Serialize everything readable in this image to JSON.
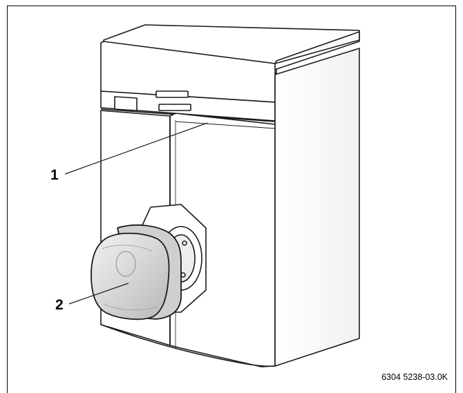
{
  "figure": {
    "callouts": [
      {
        "label": "1",
        "target": "control-indicator"
      },
      {
        "label": "2",
        "target": "burner"
      }
    ],
    "figure_code": "6304 5238-03.0K"
  },
  "colors": {
    "line": "#1a1a1a",
    "panel_fill": "#ffffff",
    "burner_light": "#e9e9e9",
    "burner_dark": "#bdbdbd"
  }
}
